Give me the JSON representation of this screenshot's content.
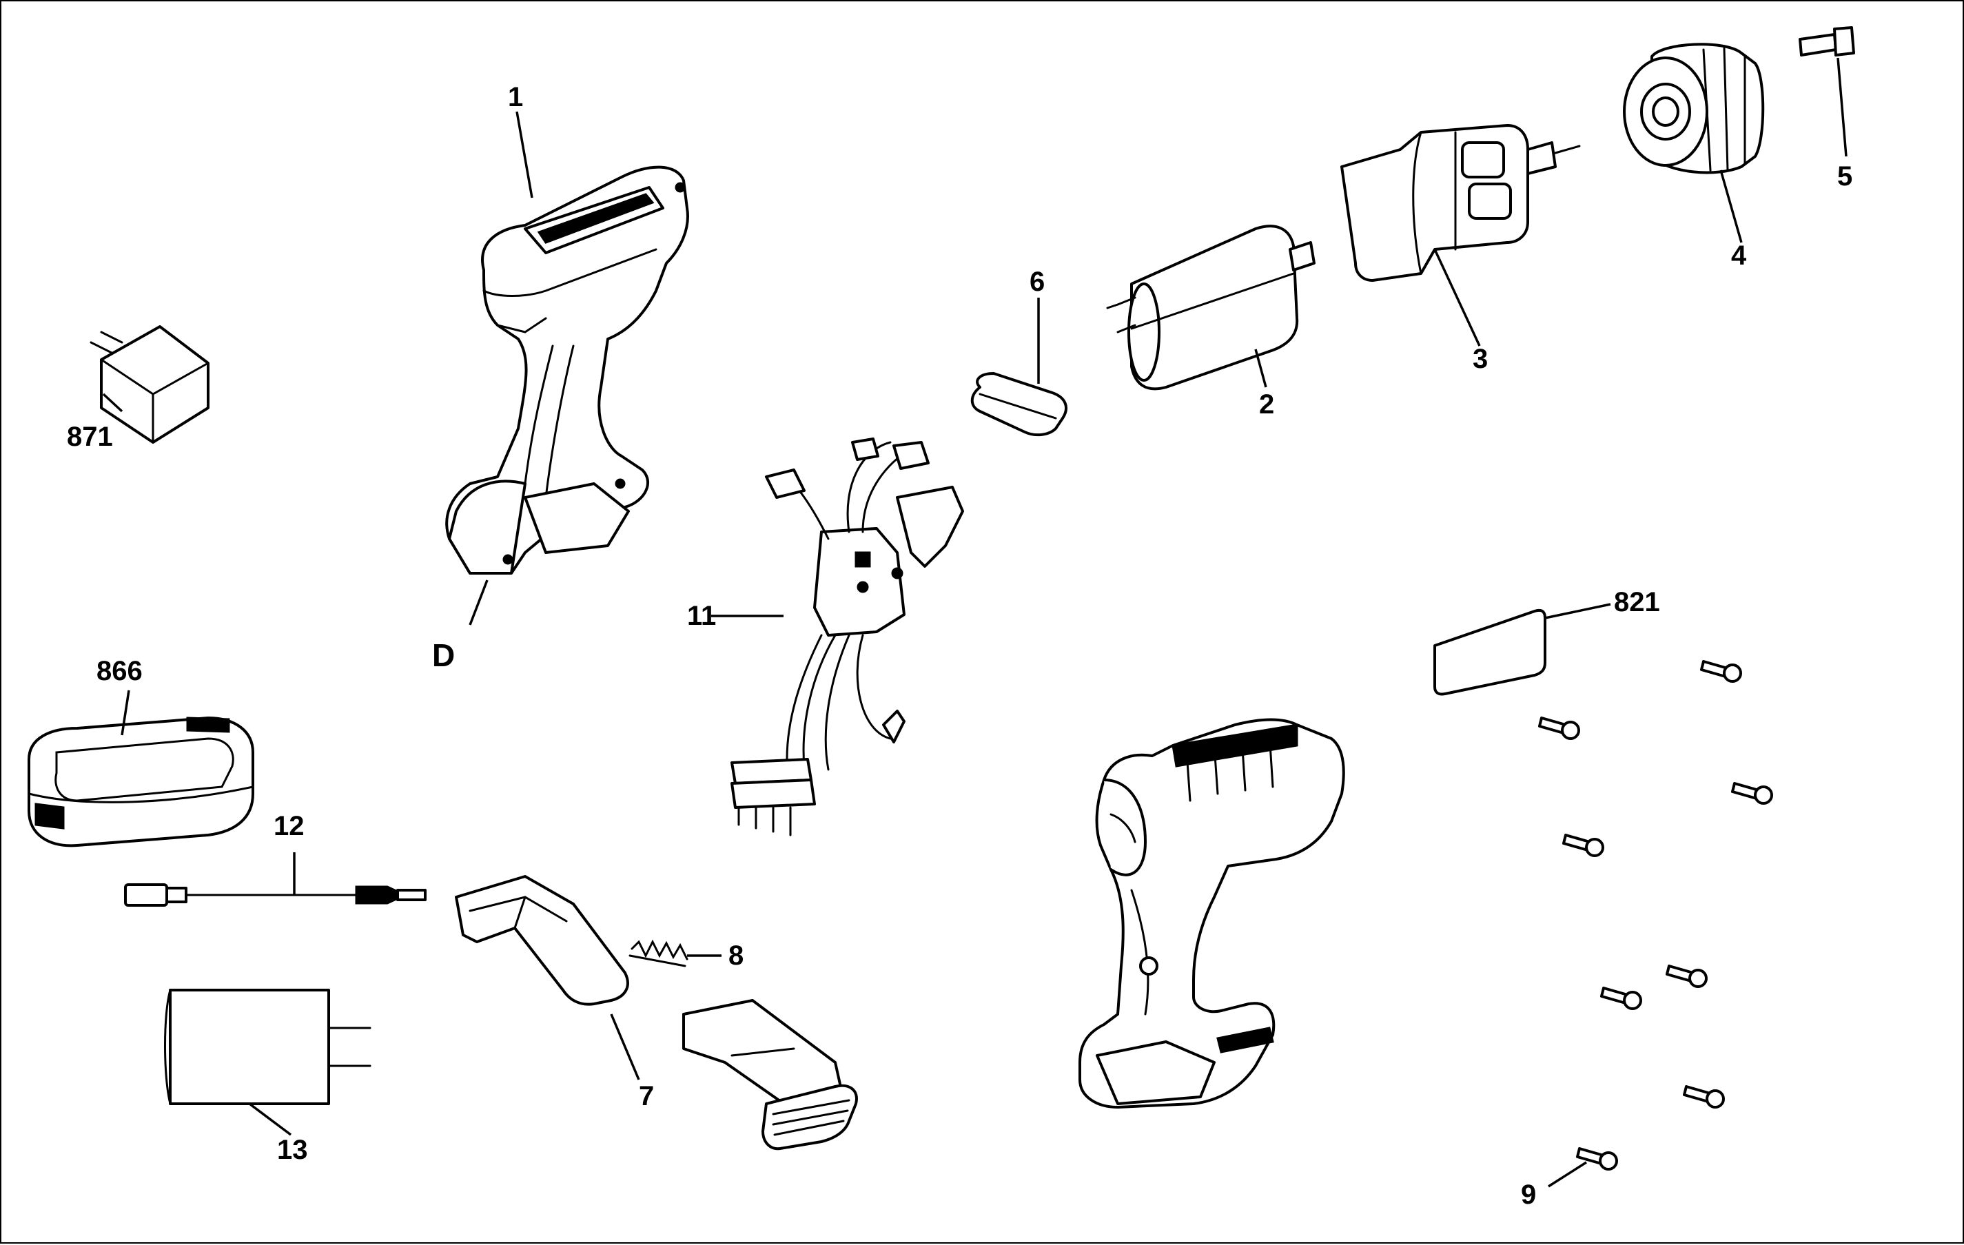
{
  "callouts": {
    "c1": "1",
    "c2": "2",
    "c3": "3",
    "c4": "4",
    "c5": "5",
    "c6": "6",
    "c7": "7",
    "c8": "8",
    "c9": "9",
    "c11": "11",
    "c12": "12",
    "c13": "13",
    "c821": "821",
    "c866": "866",
    "c871": "871",
    "cD": "D"
  }
}
